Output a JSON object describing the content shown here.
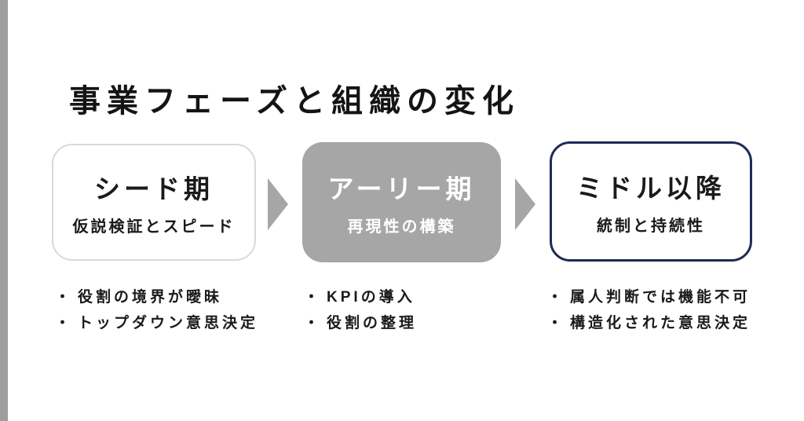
{
  "title": "事業フェーズと組織の変化",
  "bullet_marker": "・",
  "colors": {
    "left_bar": "#9e9e9e",
    "gray_fill": "#a6a6a6",
    "light_outline": "#d9d9d9",
    "navy_outline": "#1f2a56",
    "text": "#1a1a1a"
  },
  "phases": [
    {
      "name": "シード期",
      "subtitle": "仮説検証とスピード",
      "style": "white card, light gray outline",
      "bullets": [
        "役割の境界が曖昧",
        "トップダウン意思決定"
      ]
    },
    {
      "name": "アーリー期",
      "subtitle": "再現性の構築",
      "style": "gray filled card, white text",
      "bullets": [
        "KPIの導入",
        "役割の整理"
      ]
    },
    {
      "name": "ミドル以降",
      "subtitle": "統制と持続性",
      "style": "white card, navy outline",
      "bullets": [
        "属人判断では機能不可",
        "構造化された意思決定"
      ]
    }
  ]
}
